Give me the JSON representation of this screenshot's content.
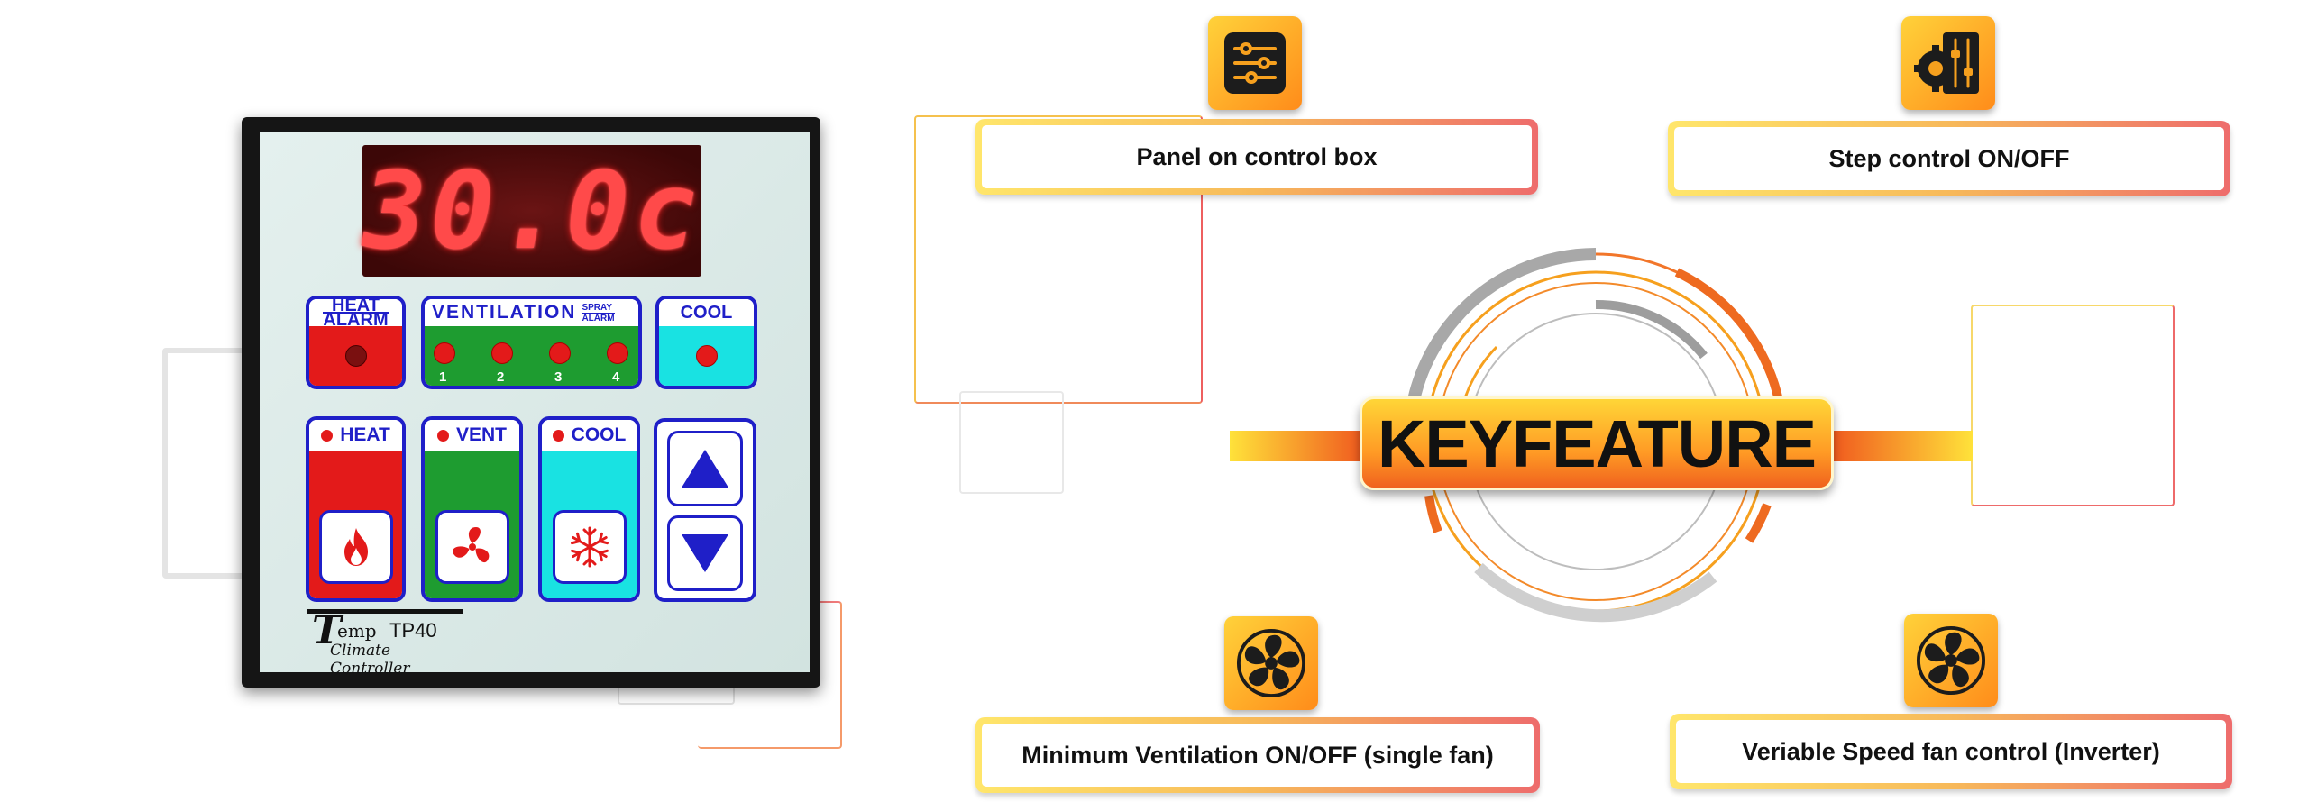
{
  "controller": {
    "display_value": "30.0c",
    "labels": {
      "heat_alarm_top": "HEAT",
      "heat_alarm_bottom": "ALARM",
      "ventilation": "VENTILATION",
      "spray_top": "SPRAY",
      "spray_bottom": "ALARM",
      "cool_indicator": "COOL",
      "vent_stages": [
        "1",
        "2",
        "3",
        "4"
      ],
      "heat_mode": "HEAT",
      "vent_mode": "VENT",
      "cool_mode": "COOL"
    },
    "brand": {
      "logo_t": "T",
      "logo_emp": "emp",
      "model": "TP40",
      "subtitle": "Climate Controller"
    },
    "colors": {
      "heat": "#e31a1a",
      "vent": "#1e9c30",
      "cool": "#19e2e2",
      "frame_blue": "#1f1fc8"
    }
  },
  "center": {
    "title": "KEYFEATURE"
  },
  "features": [
    {
      "label": "Panel on control box",
      "icon": "sliders-icon"
    },
    {
      "label": "Step control ON/OFF",
      "icon": "gear-sliders-icon"
    },
    {
      "label": "Minimum Ventilation ON/OFF (single fan)",
      "icon": "fan-icon"
    },
    {
      "label": "Veriable Speed fan control (Inverter)",
      "icon": "fan-icon"
    }
  ]
}
